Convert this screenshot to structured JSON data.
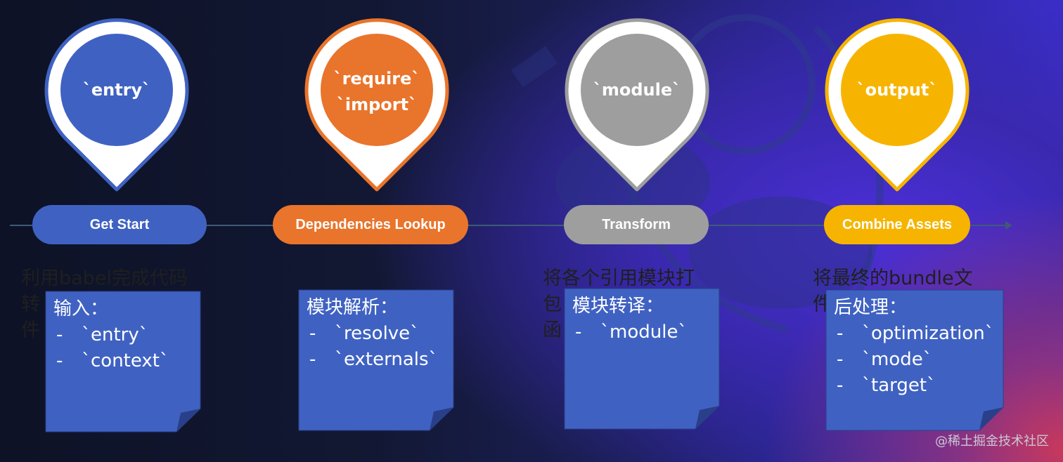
{
  "stages": [
    {
      "pin_lines": [
        "`entry`"
      ],
      "color": "#3f62c2",
      "pill": "Get Start",
      "bg_lines": [
        "利用babel完成代码",
        "转",
        "件"
      ],
      "note": {
        "title": "输入：",
        "items": [
          "`entry`",
          "`context`"
        ]
      }
    },
    {
      "pin_lines": [
        "`require`",
        "`import`"
      ],
      "color": "#e9742b",
      "pill": "Dependencies Lookup",
      "bg_lines": [],
      "note": {
        "title": "模块解析：",
        "items": [
          "`resolve`",
          "`externals`"
        ]
      }
    },
    {
      "pin_lines": [
        "`module`"
      ],
      "color": "#9e9e9e",
      "pill": "Transform",
      "bg_lines": [
        "将各个引用模块打",
        "包",
        "函"
      ],
      "note": {
        "title": "模块转译：",
        "items": [
          "`module`"
        ]
      }
    },
    {
      "pin_lines": [
        "`output`"
      ],
      "color": "#f6b400",
      "pill": "Combine Assets",
      "bg_lines": [
        "将最终的bundle文",
        "件"
      ],
      "note": {
        "title": "后处理：",
        "items": [
          "`optimization`",
          "`mode`",
          "`target`"
        ]
      }
    }
  ],
  "note_color": "#3f62c2",
  "note_border": "#2a3f8a",
  "item_marker": "-",
  "watermark": "@稀土掘金技术社区"
}
